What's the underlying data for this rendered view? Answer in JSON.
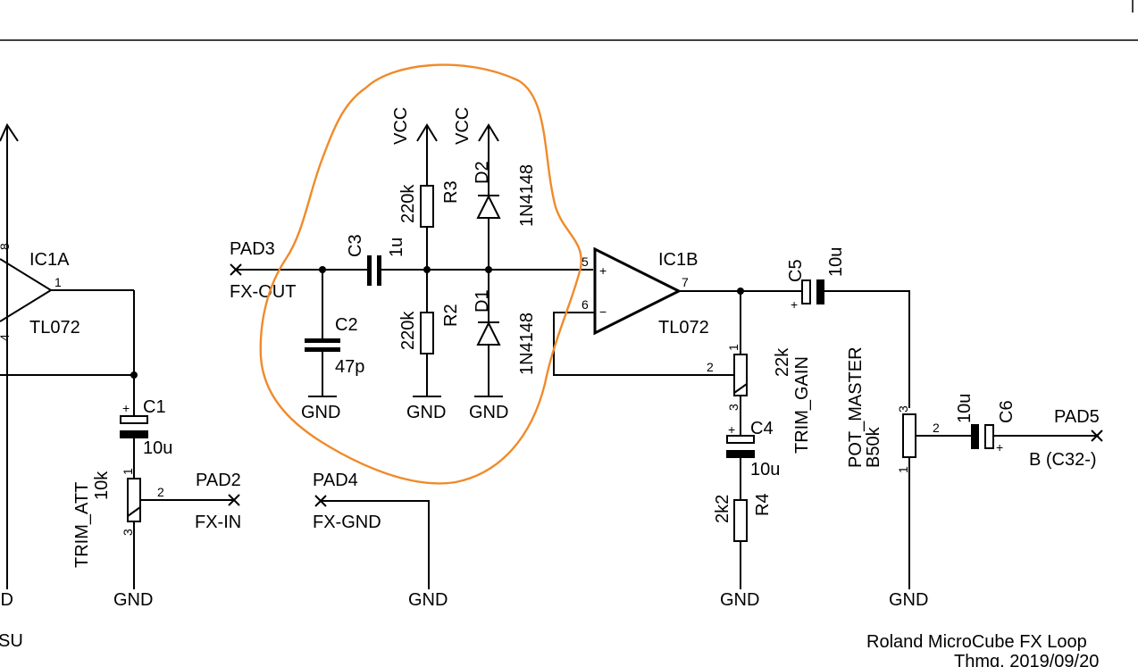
{
  "labels": {
    "ic1a_ref": "IC1A",
    "ic1a_val": "TL072",
    "ic1b_ref": "IC1B",
    "ic1b_val": "TL072",
    "r3_ref": "R3",
    "r3_val": "220k",
    "r2_ref": "R2",
    "r2_val": "220k",
    "d2_ref": "D2",
    "d2_val": "1N4148",
    "d1_ref": "D1",
    "d1_val": "1N4148",
    "c3_ref": "C3",
    "c3_val": "1u",
    "c2_ref": "C2",
    "c2_val": "47p",
    "c1_ref": "C1",
    "c1_val": "10u",
    "c4_ref": "C4",
    "c4_val": "10u",
    "c5_ref": "C5",
    "c5_val": "10u",
    "c6_ref": "C6",
    "c6_val": "10u",
    "r4_ref": "R4",
    "r4_val": "2k2",
    "trim_att_ref": "TRIM_ATT",
    "trim_att_val": "10k",
    "trim_gain_ref": "TRIM_GAIN",
    "trim_gain_val": "22k",
    "pot_master_ref": "POT_MASTER",
    "pot_master_val": "B50k",
    "vcc": "VCC",
    "gnd": "GND",
    "gnd_partial": "ND",
    "pad2": "PAD2",
    "pad2_net": "FX-IN",
    "pad3": "PAD3",
    "pad3_net": "FX-OUT",
    "pad4": "PAD4",
    "pad4_net": "FX-GND",
    "pad5": "PAD5",
    "pad5_net": "B (C32-)",
    "psu_partial": "SU",
    "title": "Roland MicroCube FX Loop",
    "author_date": "Thmg. 2019/09/20",
    "plus": "+",
    "minus": "−",
    "pin1": "1",
    "pin2": "2",
    "pin3": "3",
    "pin4": "4",
    "pin5": "5",
    "pin6": "6",
    "pin7": "7",
    "pin8": "8"
  }
}
